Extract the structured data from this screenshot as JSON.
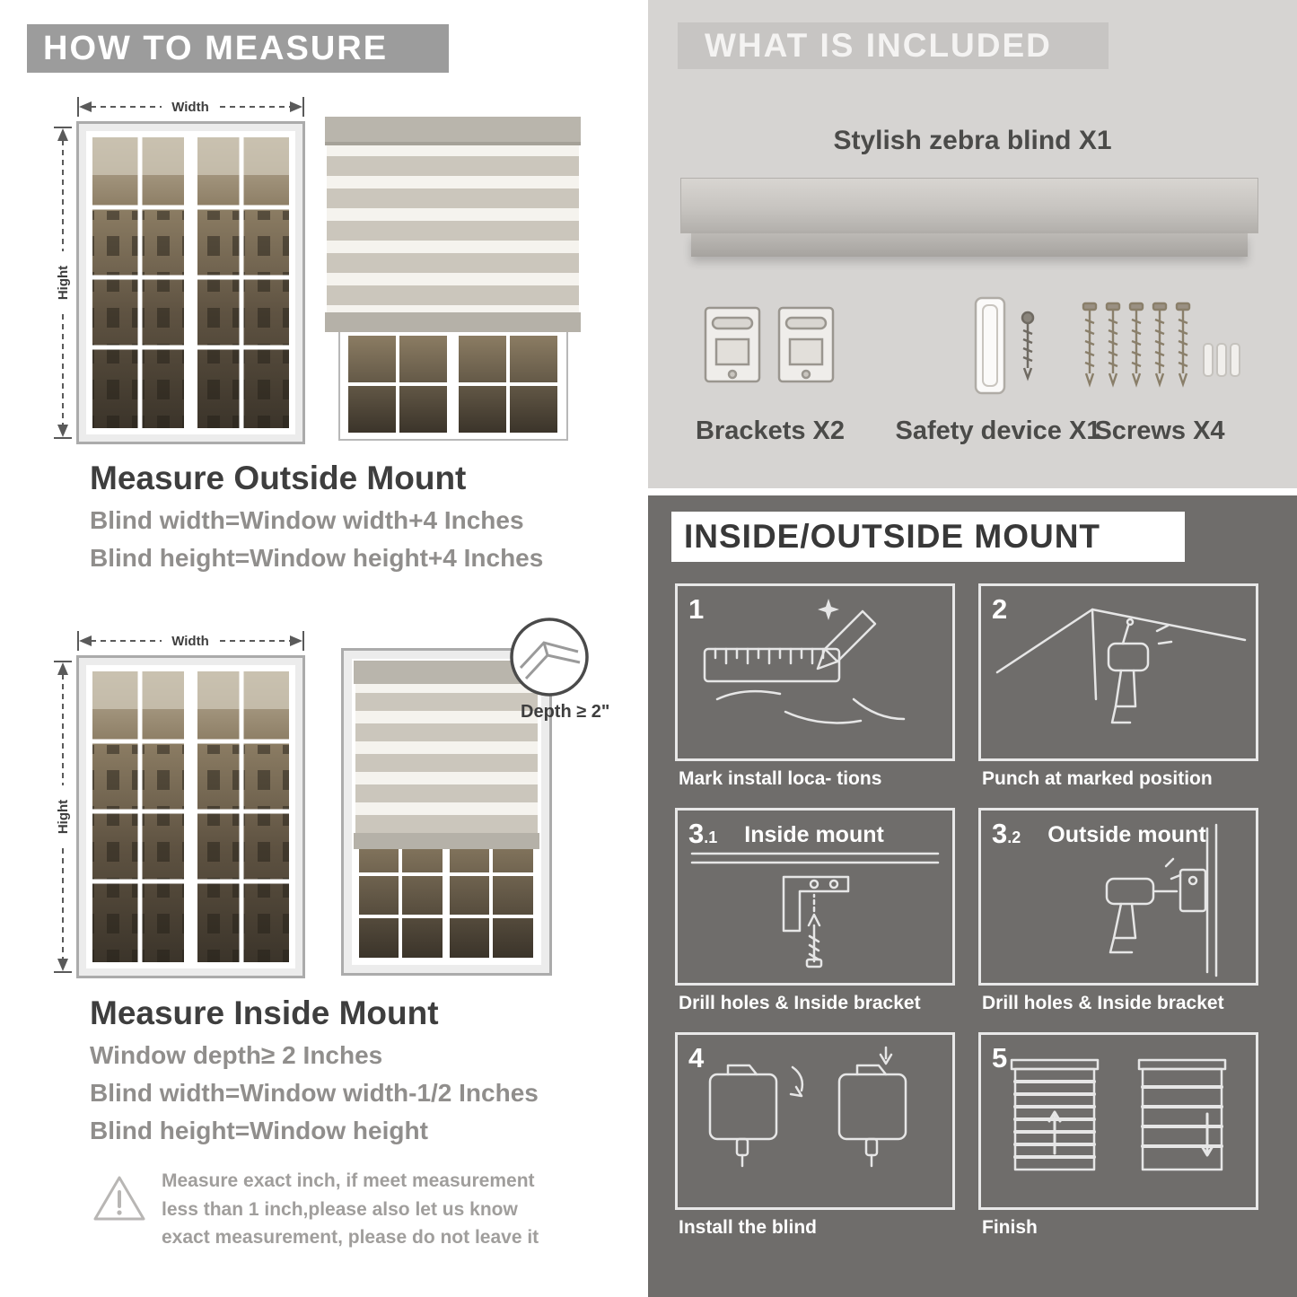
{
  "left": {
    "title": "HOW TO MEASURE",
    "width_label": "Width",
    "height_label": "Hight",
    "outside": {
      "heading": "Measure Outside Mount",
      "line1": "Blind width=Window width+4 Inches",
      "line2": "Blind height=Window height+4 Inches"
    },
    "inside": {
      "heading": "Measure Inside Mount",
      "depth_label": "Depth ≥ 2\"",
      "line1": "Window depth≥ 2 Inches",
      "line2": "Blind width=Window width-1/2 Inches",
      "line3": "Blind height=Window height"
    },
    "note": "Measure exact inch, if meet measurement less than 1 inch,please also let us know exact measurement, please do not leave it"
  },
  "included": {
    "title": "WHAT IS INCLUDED",
    "product_label": "Stylish zebra blind X1",
    "items": [
      {
        "label": "Brackets X2"
      },
      {
        "label": "Safety device X1"
      },
      {
        "label": "Screws X4"
      }
    ]
  },
  "mount": {
    "title": "INSIDE/OUTSIDE MOUNT",
    "steps": [
      {
        "num": "1",
        "sub": "",
        "label": "",
        "caption": "Mark install loca- tions"
      },
      {
        "num": "2",
        "sub": "",
        "label": "",
        "caption": "Punch at marked position"
      },
      {
        "num": "3",
        "sub": ".1",
        "label": "Inside mount",
        "caption": "Drill holes & Inside bracket"
      },
      {
        "num": "3",
        "sub": ".2",
        "label": "Outside mount",
        "caption": "Drill holes & Inside bracket"
      },
      {
        "num": "4",
        "sub": "",
        "label": "",
        "caption": "Install the blind"
      },
      {
        "num": "5",
        "sub": "",
        "label": "",
        "caption": "Finish"
      }
    ]
  },
  "colors": {
    "banner_gray": "#9c9c9c",
    "included_bg": "#d6d4d2",
    "mount_bg": "#6f6d6b",
    "stripe_gray": "#cbc6bc",
    "heading_text": "#3e3e3e"
  }
}
